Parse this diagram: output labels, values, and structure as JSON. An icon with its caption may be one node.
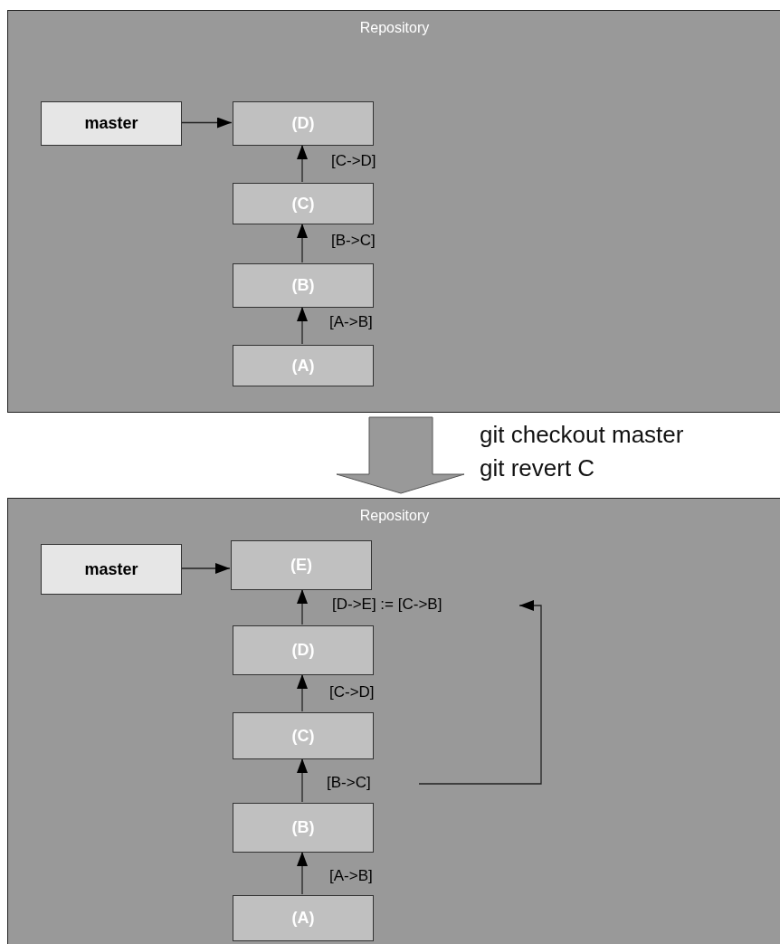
{
  "diagram": {
    "nodes": [
      {
        "text": [
          "Repository"
        ]
      },
      {
        "text": [
          "master"
        ],
        "in": 0
      },
      {
        "text": [
          "(D)"
        ],
        "in": 0
      },
      {
        "text": [
          "(C)"
        ],
        "in": 0
      },
      {
        "text": [
          "(B)"
        ],
        "in": 0
      },
      {
        "text": [
          "(A)"
        ],
        "in": 0
      },
      {
        "text": [
          "Repository"
        ]
      },
      {
        "text": [
          "master"
        ],
        "in": 6
      },
      {
        "text": [
          "(E)"
        ],
        "in": 6
      },
      {
        "text": [
          "(D)"
        ],
        "in": 6
      },
      {
        "text": [
          "(C)"
        ],
        "in": 6
      },
      {
        "text": [
          "(B)"
        ],
        "in": 6
      },
      {
        "text": [
          "(A)"
        ],
        "in": 6
      },
      {
        "text": [
          "[B->C]"
        ],
        "in": 6
      },
      {
        "text": [
          "[D->E] := [C->B]"
        ],
        "in": 6
      }
    ],
    "edges": [
      {
        "from": 1,
        "to": 2,
        "arrow": "to"
      },
      {
        "from": 3,
        "to": 2,
        "arrow": "to",
        "label": "[C->D]"
      },
      {
        "from": 4,
        "to": 3,
        "arrow": "to",
        "label": "[B->C]"
      },
      {
        "from": 5,
        "to": 4,
        "arrow": "to",
        "label": "[A->B]"
      },
      {
        "from": 0,
        "to": 6,
        "arrow": "to",
        "style": "thick"
      },
      {
        "from": 7,
        "to": 8,
        "arrow": "to"
      },
      {
        "from": 9,
        "to": 8,
        "arrow": "to"
      },
      {
        "from": 10,
        "to": 9,
        "arrow": "to",
        "label": "[C->D]"
      },
      {
        "from": 11,
        "to": 10,
        "arrow": "to"
      },
      {
        "from": 12,
        "to": 11,
        "arrow": "to",
        "label": "[A->B]"
      },
      {
        "from": 13,
        "to": 14,
        "arrow": "to"
      }
    ],
    "labels": [
      "git checkout master",
      "git revert C"
    ]
  }
}
